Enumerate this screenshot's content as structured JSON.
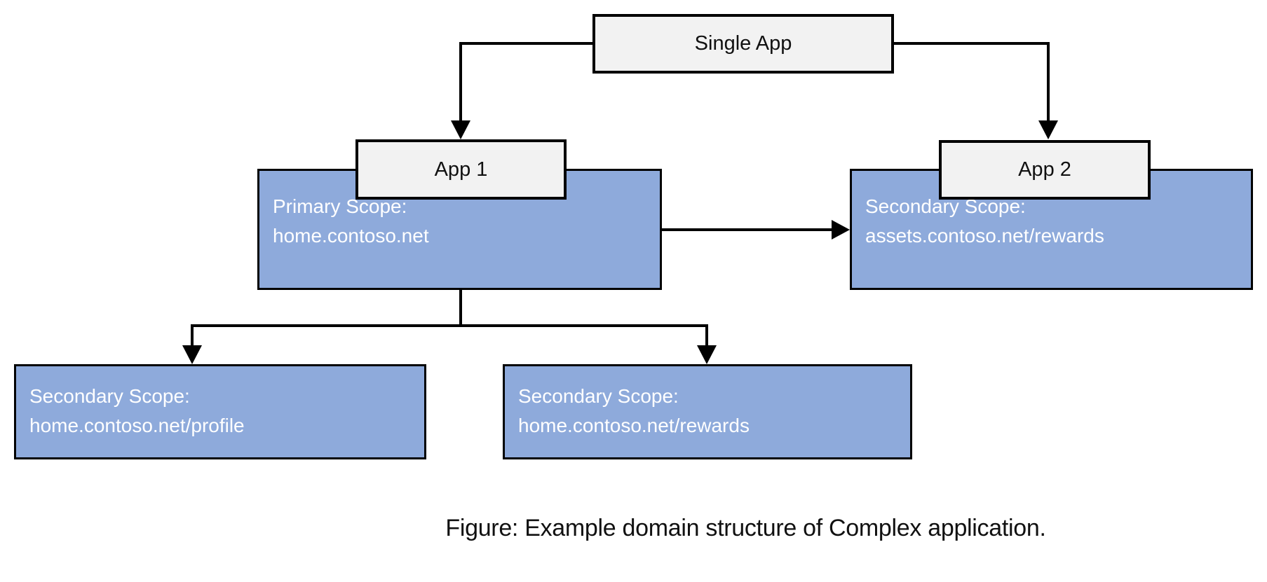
{
  "colors": {
    "node_fill": "#8EAADB",
    "label_fill": "#F2F2F2",
    "line_color": "#000000",
    "text_on_node": "#FFFFFF",
    "text_color": "#111111"
  },
  "diagram": {
    "root": {
      "label": "Single App"
    },
    "apps": [
      {
        "label": "App 1",
        "scope_title": "Primary Scope:",
        "scope_url": "home.contoso.net"
      },
      {
        "label": "App 2",
        "scope_title": "Secondary Scope:",
        "scope_url": "assets.contoso.net/rewards"
      }
    ],
    "secondary_scopes": [
      {
        "scope_title": "Secondary Scope:",
        "scope_url": "home.contoso.net/profile"
      },
      {
        "scope_title": "Secondary Scope:",
        "scope_url": "home.contoso.net/rewards"
      }
    ],
    "caption": "Figure: Example domain structure of Complex application."
  }
}
